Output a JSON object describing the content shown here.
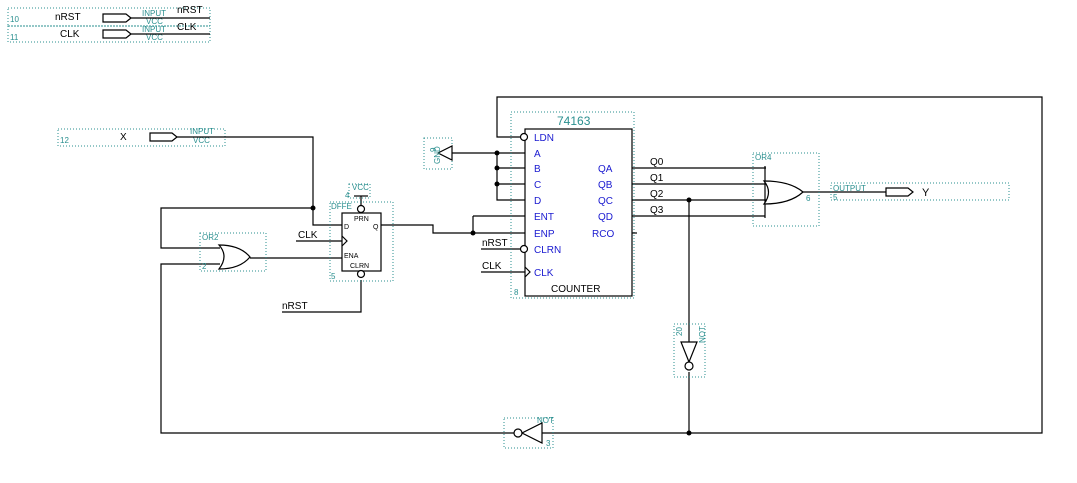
{
  "inputs": {
    "nrst": {
      "num": "10",
      "name": "nRST",
      "net": "nRST",
      "type": "INPUT",
      "pwr": "VCC"
    },
    "clk": {
      "num": "11",
      "name": "CLK",
      "net": "CLK",
      "type": "INPUT",
      "pwr": "VCC"
    },
    "x": {
      "num": "12",
      "name": "X",
      "type": "INPUT",
      "pwr": "VCC"
    }
  },
  "gnd": {
    "num": "9",
    "label": "GND"
  },
  "counter": {
    "part": "74163",
    "num": "8",
    "footer": "COUNTER",
    "left_pins": [
      "LDN",
      "A",
      "B",
      "C",
      "D",
      "ENT",
      "ENP",
      "CLRN",
      "CLK"
    ],
    "right_pins": [
      "QA",
      "QB",
      "QC",
      "QD",
      "RCO"
    ]
  },
  "q_nets": [
    "Q0",
    "Q1",
    "Q2",
    "Q3"
  ],
  "or4": {
    "label": "OR4",
    "num": "6"
  },
  "output_y": {
    "type": "OUTPUT",
    "name": "Y",
    "num": "5"
  },
  "dffe": {
    "label": "DFFE",
    "num": "5",
    "pins": {
      "prn": "PRN",
      "d": "D",
      "q": "Q",
      "ena": "ENA",
      "clrn": "CLRN"
    },
    "vcc": "VCC",
    "vcc_num": "4"
  },
  "or2": {
    "label": "OR2",
    "num": "2"
  },
  "not_right": {
    "label": "NOT",
    "num": "20"
  },
  "not_bottom": {
    "label": "NOT",
    "num": "3"
  },
  "net_labels": {
    "clk_dff": "CLK",
    "nrst_dff": "nRST",
    "nrst_ctr": "nRST",
    "clk_ctr": "CLK"
  }
}
